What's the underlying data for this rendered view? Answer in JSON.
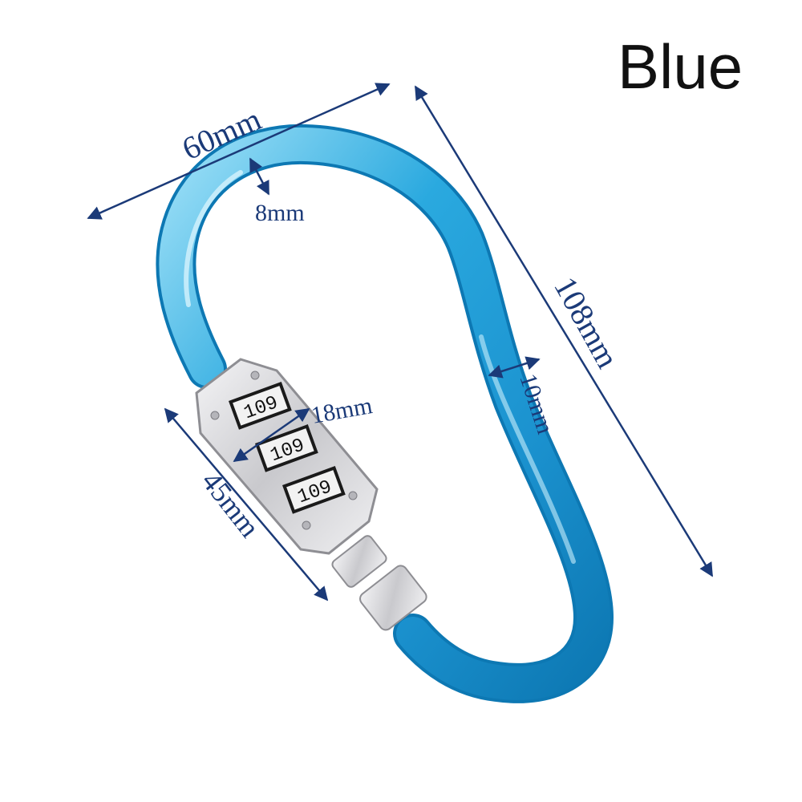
{
  "title": "Blue",
  "dimensions": {
    "width": "60mm",
    "wire": "8mm",
    "length": "108mm",
    "thickness": "10mm",
    "lock_width": "18mm",
    "lock_length": "45mm"
  },
  "lock_dials": [
    "109",
    "109",
    "109"
  ],
  "colors": {
    "body": "#2aa9df",
    "body_highlight": "#9ee0f7",
    "body_shadow": "#0d78b3",
    "dimension": "#1b3a78",
    "metal": "#d9d9dc",
    "metal_dark": "#8e8e93"
  }
}
